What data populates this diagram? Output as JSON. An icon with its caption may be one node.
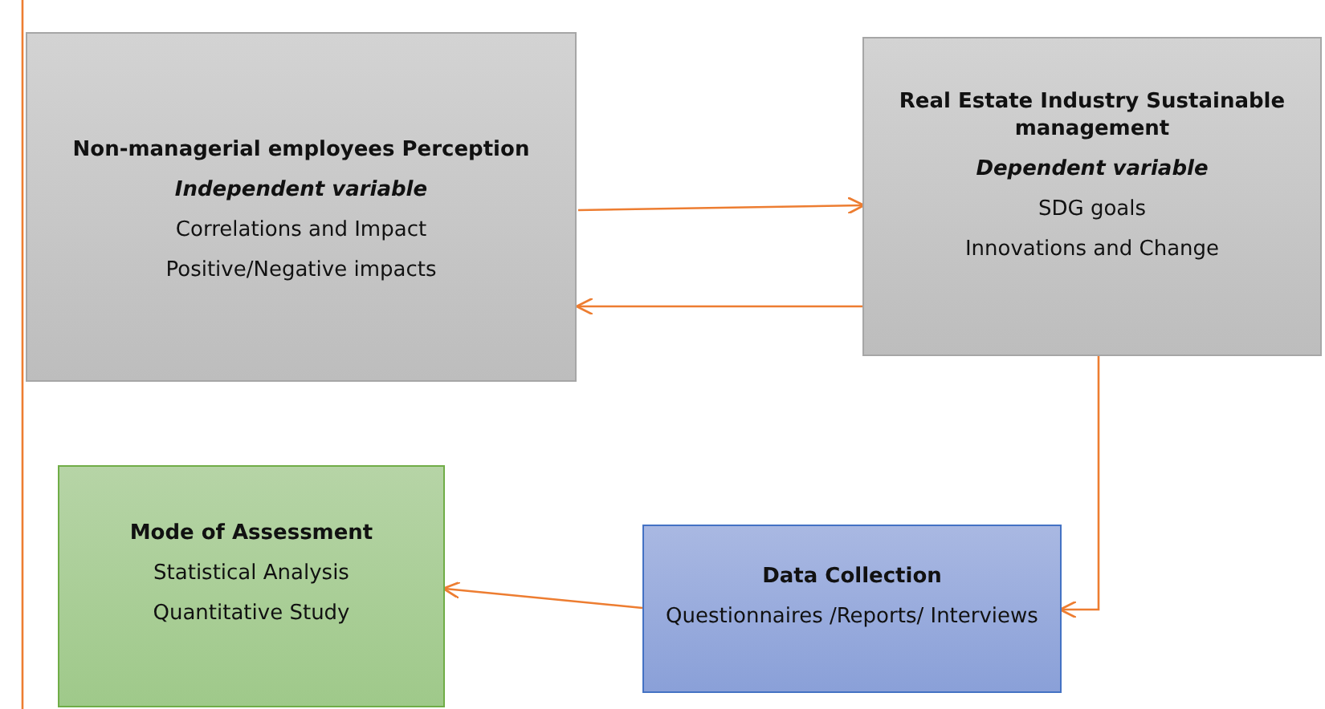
{
  "diagram": {
    "nodes": [
      {
        "text": [
          "Non-managerial employees Perception",
          "Independent variable",
          "Correlations and Impact",
          "Positive/Negative impacts"
        ]
      },
      {
        "text": [
          "Real Estate Industry Sustainable management",
          "Dependent variable",
          "SDG goals",
          "Innovations and Change"
        ]
      },
      {
        "text": [
          "Data Collection",
          "Questionnaires /Reports/ Interviews"
        ]
      },
      {
        "text": [
          "Mode of Assessment",
          "Statistical Analysis",
          "Quantitative Study"
        ]
      }
    ],
    "edges": [
      {
        "from": 0,
        "to": 1,
        "arrow": "to"
      },
      {
        "from": 1,
        "to": 0,
        "arrow": "to"
      },
      {
        "from": 1,
        "to": 2,
        "arrow": "to"
      },
      {
        "from": 2,
        "to": 3,
        "arrow": "to"
      }
    ]
  }
}
